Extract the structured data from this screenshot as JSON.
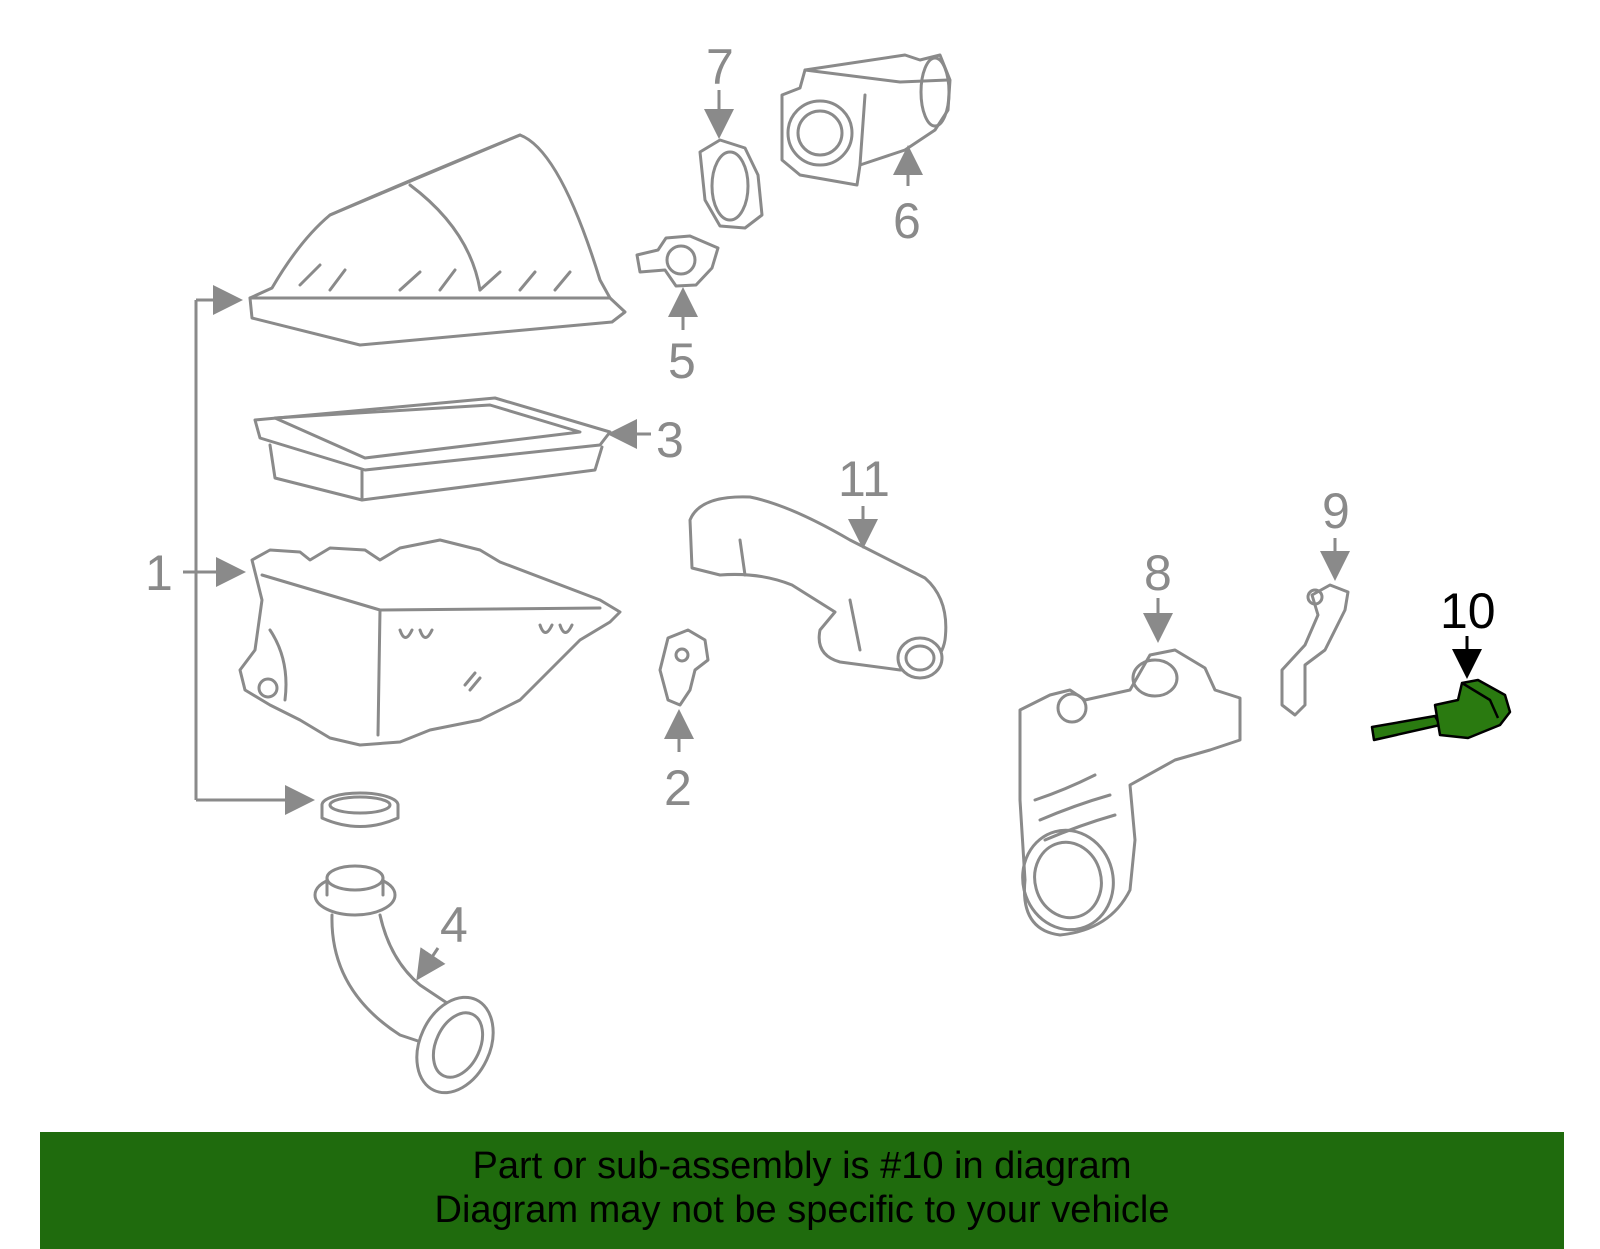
{
  "callouts": {
    "c1": "1",
    "c2": "2",
    "c3": "3",
    "c4": "4",
    "c5": "5",
    "c6": "6",
    "c7": "7",
    "c8": "8",
    "c9": "9",
    "c10": "10",
    "c11": "11"
  },
  "highlighted_part": "10",
  "colors": {
    "line": "#8a8a8a",
    "highlight": "#2a7a10",
    "highlight_outline": "#000000",
    "banner_bg": "#1f6b0d",
    "banner_text": "#000000"
  },
  "banner": {
    "line1": "Part or sub-assembly is #10 in diagram",
    "line2": "Diagram may not be specific to your vehicle"
  }
}
